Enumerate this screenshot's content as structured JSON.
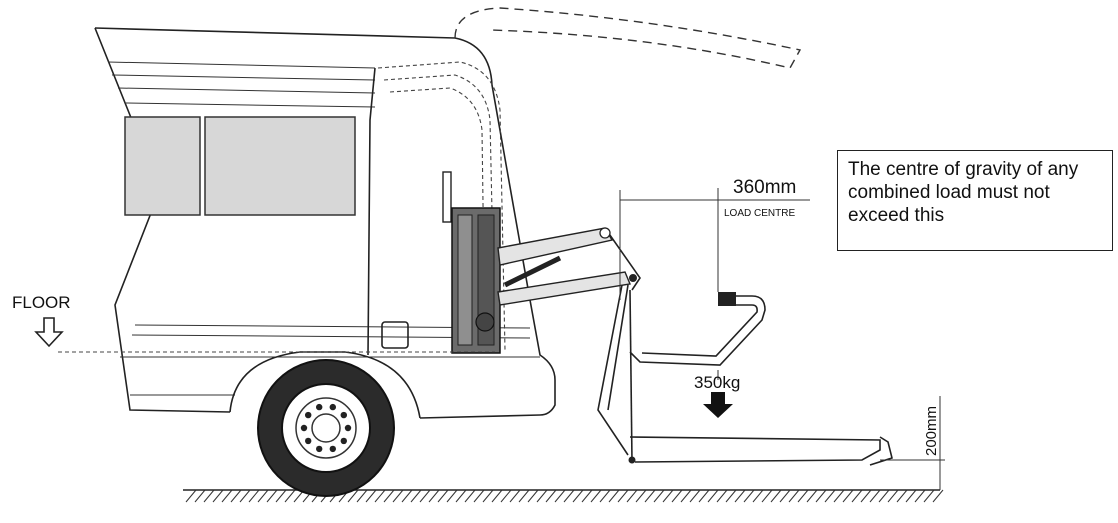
{
  "labels": {
    "floor": "FLOOR",
    "load_centre_distance": "360mm",
    "load_centre": "LOAD CENTRE",
    "load_weight": "350kg",
    "platform_height": "200mm"
  },
  "callout": {
    "text": "The centre of gravity of any combined load must not exceed this"
  }
}
